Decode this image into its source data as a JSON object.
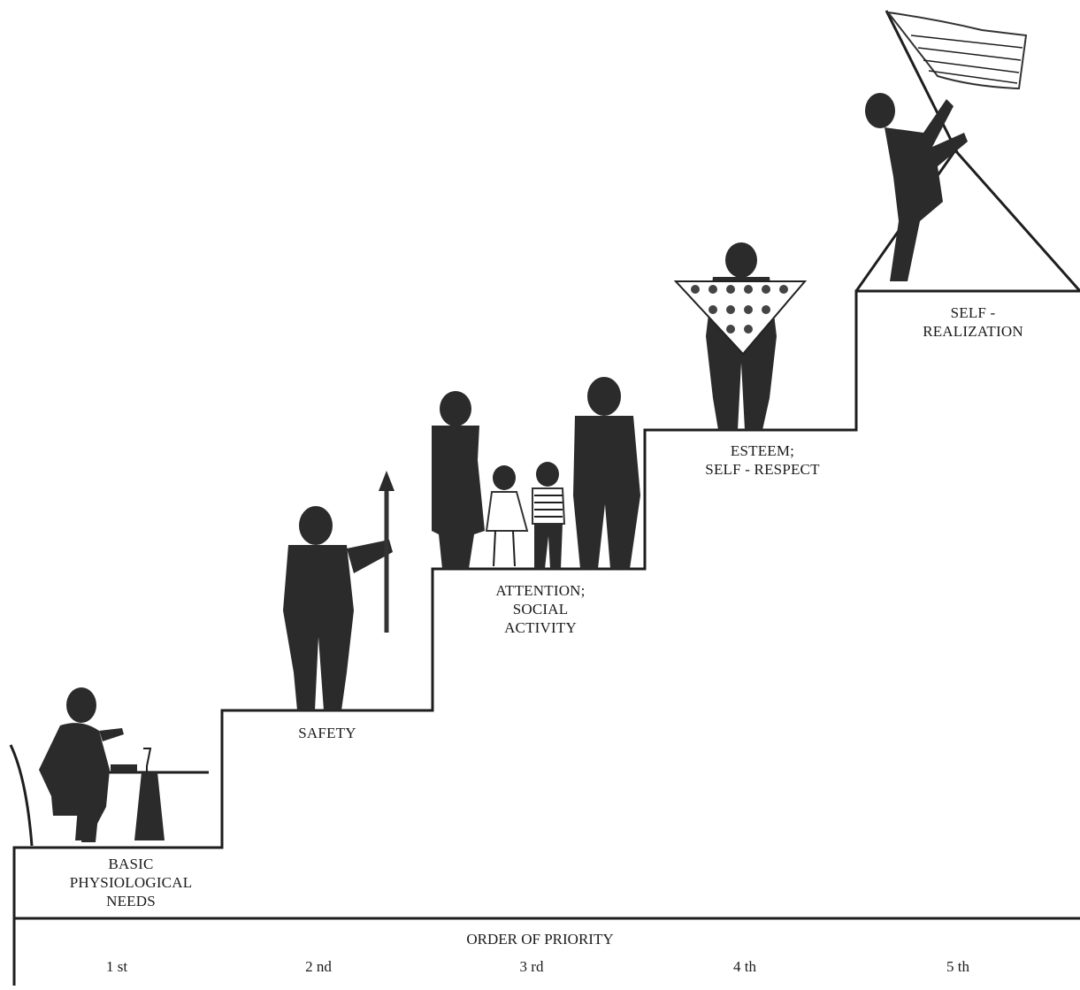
{
  "steps": [
    {
      "lines": [
        "BASIC",
        "PHYSIOLOGICAL",
        "NEEDS"
      ],
      "rank": "1 st"
    },
    {
      "lines": [
        "SAFETY"
      ],
      "rank": "2 nd"
    },
    {
      "lines": [
        "ATTENTION;",
        "SOCIAL",
        "ACTIVITY"
      ],
      "rank": "3 rd"
    },
    {
      "lines": [
        "ESTEEM;",
        "SELF - RESPECT"
      ],
      "rank": "4 th"
    },
    {
      "lines": [
        "SELF -",
        "REALIZATION"
      ],
      "rank": "5 th"
    }
  ],
  "axis": {
    "title": "ORDER OF PRIORITY"
  },
  "colors": {
    "ink": "#1e1e1e",
    "figure": "#3a3a3a"
  }
}
